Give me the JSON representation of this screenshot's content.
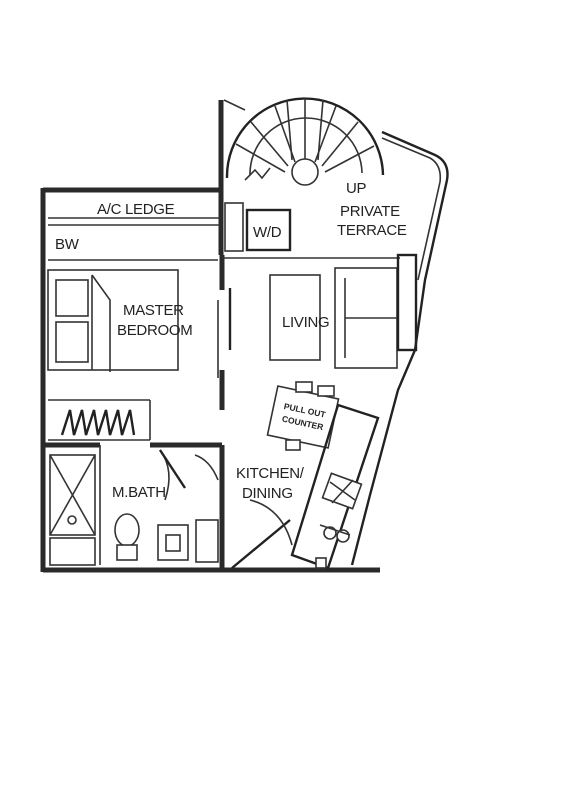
{
  "floor_plan": {
    "labels": {
      "up": "UP",
      "private": "PRIVATE",
      "terrace": "TERRACE",
      "ac_ledge": "A/C LEDGE",
      "wd": "W/D",
      "bw": "BW",
      "master": "MASTER",
      "bedroom": "BEDROOM",
      "living": "LIVING",
      "pull_out": "PULL OUT",
      "counter": "COUNTER",
      "kitchen": "KITCHEN/",
      "dining": "DINING",
      "mbath": "M.BATH"
    }
  }
}
